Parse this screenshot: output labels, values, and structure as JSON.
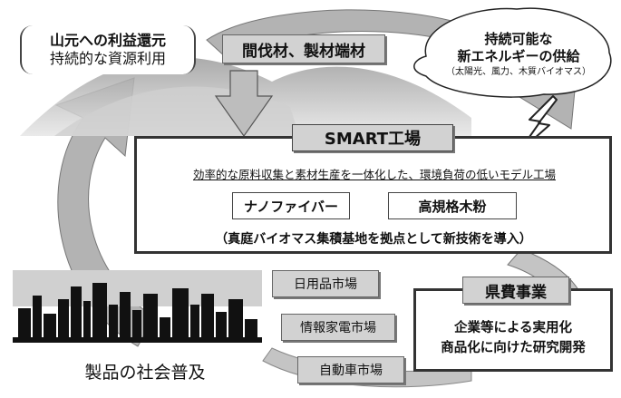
{
  "colors": {
    "box_gray": "#d2d2d2",
    "arrow_gray": "#b5b5b5",
    "dark": "#222222",
    "bg": "#ffffff"
  },
  "top_left": {
    "line1": "山元への利益還元",
    "line2": "持続的な資源利用"
  },
  "timber": {
    "label": "間伐材、製材端材"
  },
  "energy": {
    "line1": "持続可能な",
    "line2": "新エネルギーの供給",
    "line3": "（太陽光、風力、木質バイオマス）"
  },
  "smart": {
    "title": "SMART工場",
    "description": "効率的な原料収集と素材生産を一体化した、環境負荷の低いモデル工場",
    "product1": "ナノファイバー",
    "product2": "高規格木粉",
    "note": "（真庭バイオマス集積基地を拠点として新技術を導入）"
  },
  "markets": [
    "日用品市場",
    "情報家電市場",
    "自動車市場"
  ],
  "society": {
    "label": "製品の社会普及"
  },
  "prefecture": {
    "title": "県費事業",
    "line1": "企業等による実用化",
    "line2": "商品化に向けた研究開発"
  },
  "icons": {
    "skyline": "city-skyline-icon",
    "lightning": "lightning-bolt-icon",
    "arrow": "down-arrow-icon",
    "hills": "mountain-hills-icon"
  }
}
